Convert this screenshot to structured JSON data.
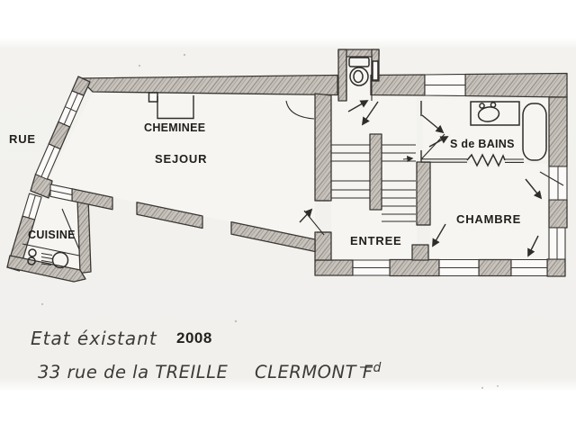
{
  "plan": {
    "rooms": {
      "rue": "RUE",
      "cheminee": "CHEMINEE",
      "sejour": "SEJOUR",
      "cuisine": "CUISINE",
      "entree": "ENTREE",
      "salle_de_bains": "S de BAINS",
      "chambre": "CHAMBRE"
    },
    "annotations": {
      "status": "Etat éxistant",
      "year": "2008",
      "address": "33 rue de la TREILLE",
      "city": "CLERMONT F",
      "city_superscript": "d"
    },
    "icons": [
      "toilet-icon",
      "sink-icon",
      "bathtub-icon",
      "radiator-icon",
      "stove-burners-icon",
      "kitchen-sink-icon",
      "staircase",
      "chimney",
      "door-swing-arrow"
    ],
    "colors": {
      "ink": "#2f2d2a",
      "wall_fill": "#c8c4bd",
      "wall_hatch": "#948f88",
      "paper": "#f1f0ed",
      "text": "#21201d"
    }
  }
}
